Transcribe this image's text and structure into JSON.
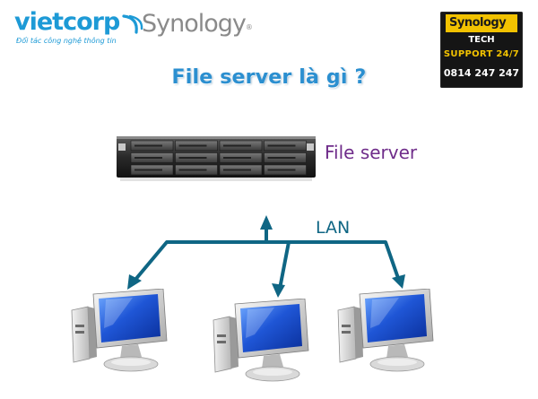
{
  "branding": {
    "vietcorp_name": "vietcorp",
    "vietcorp_tagline": "Đối tác công nghệ thông tin",
    "synology_name": "Synology",
    "synology_mark": "®"
  },
  "support_badge": {
    "brand": "Synology",
    "line1": "TECH",
    "line2": "SUPPORT 24/7",
    "phone": "0814 247 247"
  },
  "diagram": {
    "title": "File server là gì ?",
    "server_label": "File server",
    "network_label": "LAN",
    "client_count": 3
  },
  "colors": {
    "vietcorp_blue": "#1d9ad6",
    "title_blue": "#2b8fd0",
    "server_label_purple": "#6f2c8a",
    "network_teal": "#0f6684",
    "badge_yellow": "#f2c200",
    "badge_black": "#151515"
  },
  "icons": [
    "server-rack-icon",
    "desktop-computer-icon"
  ]
}
